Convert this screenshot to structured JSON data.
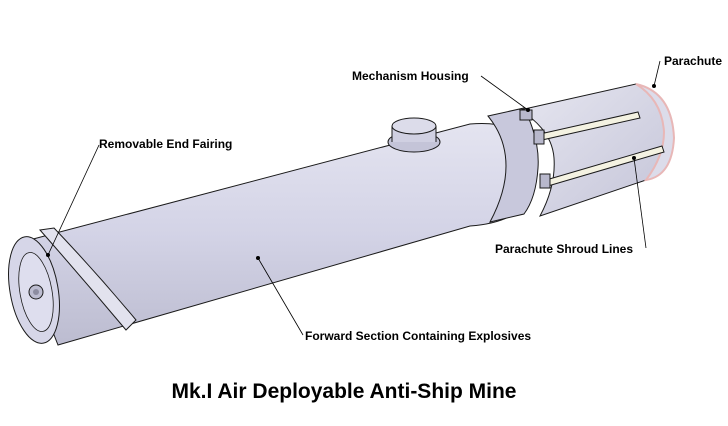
{
  "diagram": {
    "title": "Mk.I Air Deployable Anti-Ship Mine",
    "labels": {
      "parachute": "Parachute",
      "mechanism_housing": "Mechanism Housing",
      "removable_end_fairing": "Removable End Fairing",
      "parachute_shroud_lines": "Parachute Shroud Lines",
      "forward_section": "Forward Section Containing Explosives"
    },
    "colors": {
      "body": "#d3d3e6",
      "shadow": "#b8b8cc",
      "outline": "#1a1a1a",
      "strap": "#f4f2e2",
      "parachute_rim": "#e8b7b7"
    }
  }
}
